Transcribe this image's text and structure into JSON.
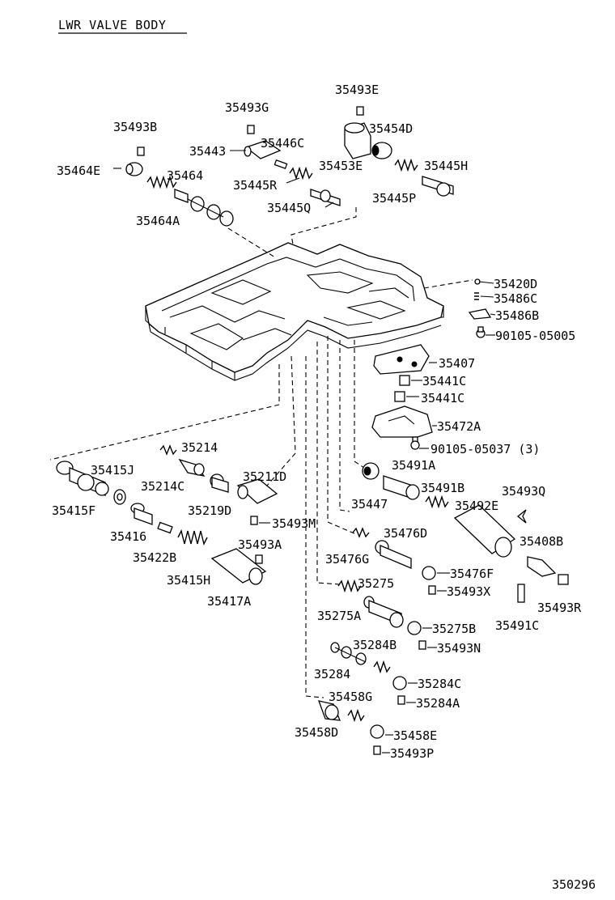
{
  "title": "LWR VALVE BODY",
  "figure_number": "350296",
  "labels": [
    "35493E",
    "35493G",
    "35454D",
    "35493B",
    "35446C",
    "35443",
    "35453E",
    "35445H",
    "35464E",
    "35464",
    "35445R",
    "35445P",
    "35445Q",
    "35464A",
    "35420D",
    "35486C",
    "35486B",
    "90105-05005",
    "35407",
    "35441C",
    "35441C",
    "35472A",
    "90105-05037 (3)",
    "35214",
    "35415J",
    "35211D",
    "35491A",
    "35214C",
    "35415F",
    "35219D",
    "35447",
    "35491B",
    "35493Q",
    "35492E",
    "35493M",
    "35476D",
    "35416",
    "35408B",
    "35493A",
    "35422B",
    "35476G",
    "35476F",
    "35415H",
    "35275",
    "35493X",
    "35417A",
    "35493R",
    "35275A",
    "35491C",
    "35275B",
    "35284B",
    "35493N",
    "35284",
    "35284C",
    "35458G",
    "35284A",
    "35458D",
    "35458E",
    "35493P"
  ]
}
